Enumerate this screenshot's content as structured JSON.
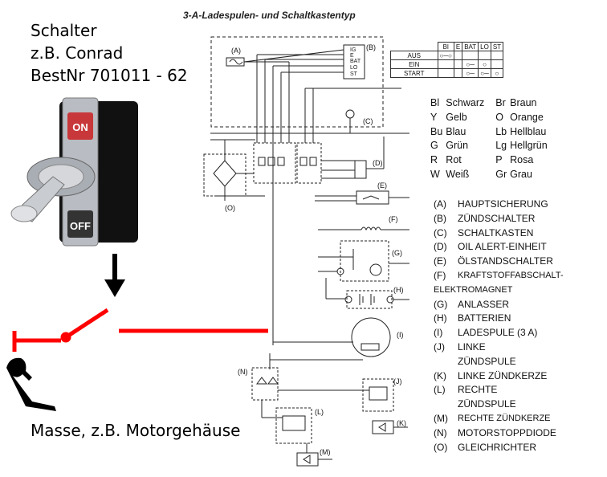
{
  "annotations": {
    "switch_line1": "Schalter",
    "switch_line2": "z.B. Conrad",
    "switch_line3": "BestNr 701011 - 62",
    "ground": "Masse, z.B. Motorgehäuse",
    "toggle_on": "ON",
    "toggle_off": "OFF"
  },
  "diagram_title": "3-A-Ladespulen- und Schaltkastentyp",
  "switch_table": {
    "headers": [
      "Bl",
      "E",
      "BAT",
      "LO",
      "ST"
    ],
    "rows": [
      "AUS",
      "EIN",
      "START"
    ]
  },
  "wire_colors": [
    {
      "code": "Bl",
      "name": "Schwarz"
    },
    {
      "code": "Br",
      "name": "Braun"
    },
    {
      "code": "Y",
      "name": "Gelb"
    },
    {
      "code": "O",
      "name": "Orange"
    },
    {
      "code": "Bu",
      "name": "Blau"
    },
    {
      "code": "Lb",
      "name": "Hellblau"
    },
    {
      "code": "G",
      "name": "Grün"
    },
    {
      "code": "Lg",
      "name": "Hellgrün"
    },
    {
      "code": "R",
      "name": "Rot"
    },
    {
      "code": "P",
      "name": "Rosa"
    },
    {
      "code": "W",
      "name": "Weiß"
    },
    {
      "code": "Gr",
      "name": "Grau"
    }
  ],
  "components": [
    {
      "code": "(A)",
      "name": "HAUPTSICHERUNG"
    },
    {
      "code": "(B)",
      "name": "ZÜNDSCHALTER"
    },
    {
      "code": "(C)",
      "name": "SCHALTKASTEN"
    },
    {
      "code": "(D)",
      "name": "OIL ALERT-EINHEIT"
    },
    {
      "code": "(E)",
      "name": "ÖLSTANDSCHALTER"
    },
    {
      "code": "(F)",
      "name": "KRAFTSTOFFABSCHALT-"
    },
    {
      "code": "",
      "name": "ELEKTROMAGNET"
    },
    {
      "code": "(G)",
      "name": "ANLASSER"
    },
    {
      "code": "(H)",
      "name": "BATTERIEN"
    },
    {
      "code": "(I)",
      "name": "LADESPULE (3 A)"
    },
    {
      "code": "(J)",
      "name": "LINKE"
    },
    {
      "code": "",
      "name": "ZÜNDSPULE"
    },
    {
      "code": "(K)",
      "name": "LINKE ZÜNDKERZE"
    },
    {
      "code": "(L)",
      "name": "RECHTE"
    },
    {
      "code": "",
      "name": "ZÜNDSPULE"
    },
    {
      "code": "(M)",
      "name": "RECHTE ZÜNDKERZE"
    },
    {
      "code": "(N)",
      "name": "MOTORSTOPPDIODE"
    },
    {
      "code": "(O)",
      "name": "GLEICHRICHTER"
    }
  ],
  "diagram_labels": {
    "A": "(A)",
    "B": "(B)",
    "C": "(C)",
    "D": "(D)",
    "E": "(E)",
    "F": "(F)",
    "G": "(G)",
    "H": "(H)",
    "I": "(I)",
    "J": "(J)",
    "K": "(K)",
    "L": "(L)",
    "M": "(M)",
    "N": "(N)",
    "O": "(O)"
  },
  "switch_terminals": [
    "IG",
    "E",
    "BAT",
    "LO",
    "ST"
  ],
  "colors": {
    "annotation_red": "#ff0000",
    "line": "#222222"
  }
}
